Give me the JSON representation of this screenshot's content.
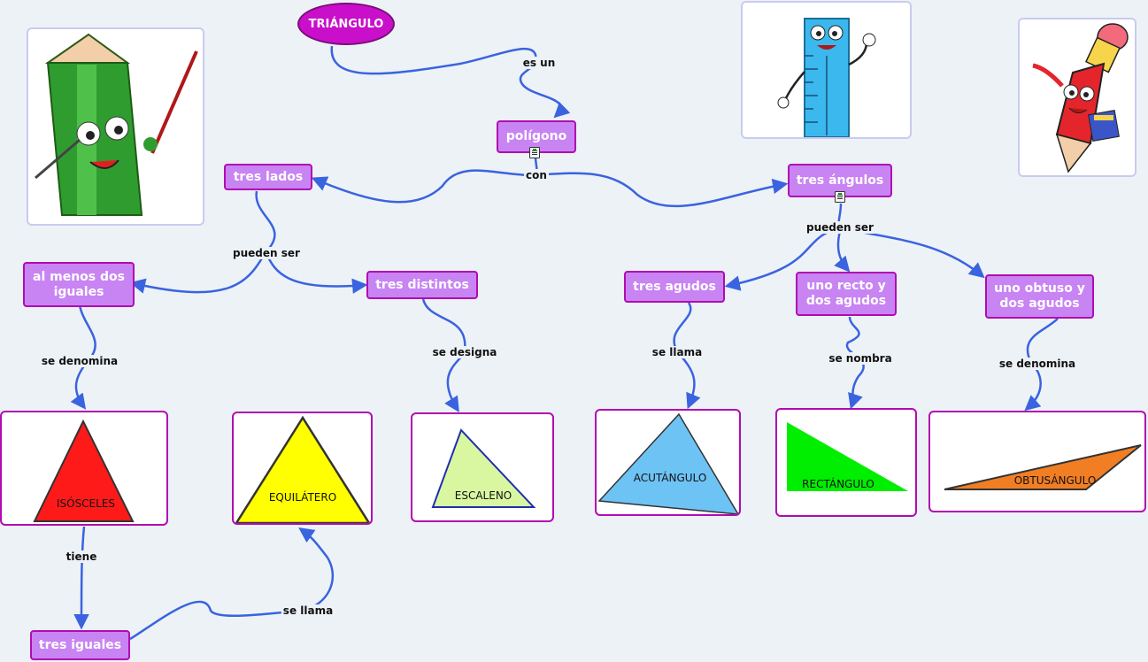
{
  "nodes": {
    "triangulo": "TRIÁNGULO",
    "poligono": "polígono",
    "tres_lados": "tres lados",
    "tres_angulos": "tres ángulos",
    "al_menos_dos_iguales": "al menos dos iguales",
    "tres_distintos": "tres distintos",
    "tres_agudos": "tres agudos",
    "uno_recto_dos_agudos": "uno recto y dos agudos",
    "uno_obtuso_dos_agudos": "uno obtuso y dos agudos",
    "tres_iguales": "tres iguales"
  },
  "links": {
    "es_un": "es un",
    "con": "con",
    "pueden_ser_lados": "pueden ser",
    "pueden_ser_angulos": "pueden ser",
    "se_denomina_1": "se denomina",
    "se_designa": "se designa",
    "se_llama_1": "se llama",
    "se_nombra": "se nombra",
    "se_denomina_2": "se denomina",
    "tiene": "tiene",
    "se_llama_2": "se llama"
  },
  "triangles": {
    "isosceles": "ISÓSCELES",
    "equilatero": "EQUILÁTERO",
    "escaleno": "ESCALENO",
    "acutangulo": "ACUTÁNGULO",
    "rectangulo": "RECTÁNGULO",
    "obtusangulo": "OBTUSÁNGULO"
  },
  "colors": {
    "node_fill": "#c884f2",
    "node_border": "#b10bb1",
    "root_fill": "#c90fc9",
    "link_line": "#3a63e0",
    "isosceles": "#ff1a1a",
    "equilatero": "#ffff00",
    "escaleno": "#d9f7a1",
    "acutangulo": "#6ec3f5",
    "rectangulo": "#00ee00",
    "obtusangulo": "#f27e24"
  },
  "icons": [
    "note-icon",
    "pencil-teacher-icon",
    "ruler-mascot-icon",
    "pencil-mascot-icon"
  ]
}
